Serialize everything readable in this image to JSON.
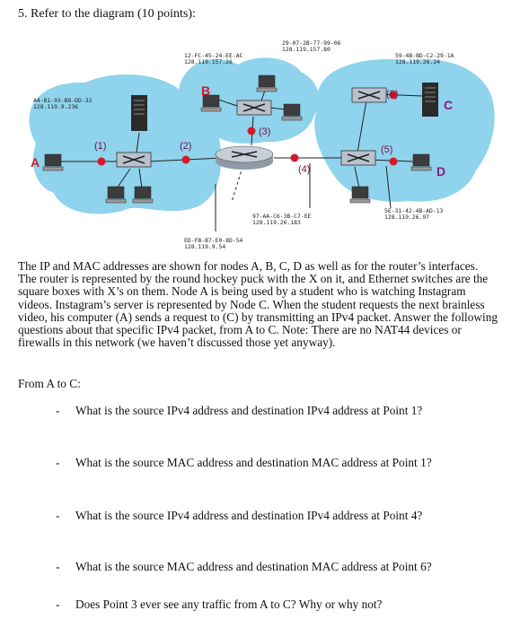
{
  "question": {
    "heading": "5. Refer to the diagram (10 points):",
    "paragraph": "The IP and MAC addresses are shown for nodes A, B, C, D as well as for the router’s interfaces. The router is represented by the round hockey puck with the X on it, and Ethernet switches are the square boxes with X’s on them. Node A is being used by a student who is watching Instagram videos. Instagram’s server is represented by Node C. When the student requests the next brainless video, his computer (A) sends a request to (C) by transmitting an IPv4 packet. Answer the following questions about that specific IPv4 packet, from A to C. Note: There are no NAT44 devices or firewalls in this network (we haven’t discussed those yet anyway).",
    "from_label": "From A to C:",
    "bullet": "-",
    "subquestions": [
      "What is the source IPv4 address and destination IPv4 address at Point 1?",
      "What is the source MAC address and destination MAC address at Point 1?",
      "What is the source IPv4 address and destination IPv4 address at Point 4?",
      "What is the source MAC address and destination MAC address at Point 6?",
      "Does Point 3 ever see any traffic from A to C? Why or why not?"
    ]
  },
  "diagram": {
    "nodes": {
      "a": "A",
      "b": "B",
      "c": "C",
      "d": "D"
    },
    "points": [
      "(1)",
      "(2)",
      "(3)",
      "(4)",
      "(5)",
      "(6)"
    ],
    "labels": {
      "node_b_mac": "12-FC-45-24-EE-AC",
      "node_b_ip": "128.119.157.26",
      "router_top_mac": "29-07-2B-77-99-06",
      "router_top_ip": "128.119.157.80",
      "node_c_mac": "59-4B-BD-C2-29-1A",
      "node_c_ip": "128.119.26.24",
      "node_a_mac": "A4-81-93-B8-DD-32",
      "node_a_ip": "128.119.9.236",
      "router_right_mac": "97-AA-C6-3B-C7-EE",
      "router_right_ip": "128.119.26.183",
      "node_d_mac": "5E-31-42-4B-AD-13",
      "node_d_ip": "128.119.26.97",
      "router_left_mac": "ED-FB-B7-E0-8D-54",
      "router_left_ip": "128.119.9.54"
    }
  },
  "colors": {
    "cloud": "#8fd3ec",
    "point_dot": "#d21a2a",
    "switch": "#b8c2cc",
    "router": "#c7ced6"
  }
}
